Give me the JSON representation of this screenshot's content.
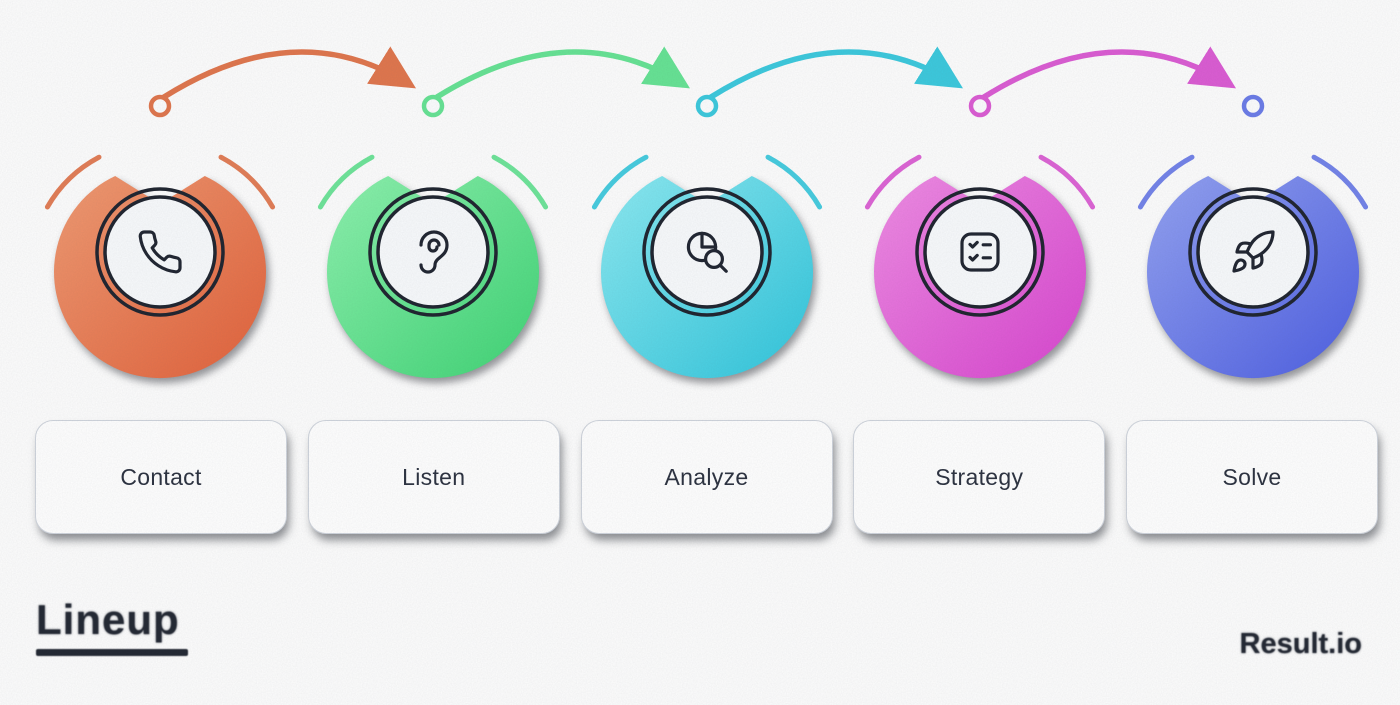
{
  "steps": [
    {
      "label": "Contact",
      "icon": "phone-icon",
      "color": "#e2613a",
      "color_light": "#f09a72"
    },
    {
      "label": "Listen",
      "icon": "ear-icon",
      "color": "#3ed474",
      "color_light": "#8df2ae"
    },
    {
      "label": "Analyze",
      "icon": "analysis-search-icon",
      "color": "#2fc5dc",
      "color_light": "#8ceaf2"
    },
    {
      "label": "Strategy",
      "icon": "checklist-icon",
      "color": "#d844cf",
      "color_light": "#ef8ce4"
    },
    {
      "label": "Solve",
      "icon": "rocket-icon",
      "color": "#4d5ee2",
      "color_light": "#93a2f2"
    }
  ],
  "connectors": [
    {
      "from": "Contact",
      "to": "Listen",
      "color": "#e0764d"
    },
    {
      "from": "Listen",
      "to": "Analyze",
      "color": "#66e394"
    },
    {
      "from": "Analyze",
      "to": "Strategy",
      "color": "#3cc9dd"
    },
    {
      "from": "Strategy",
      "to": "Solve",
      "color": "#db5cd3"
    }
  ],
  "footer": {
    "brand": "Lineup",
    "credit": "Result.io"
  },
  "style": {
    "outline_color": "#1f242f",
    "card_bg": "#ffffff",
    "page_bg": "#fdfdfd"
  }
}
